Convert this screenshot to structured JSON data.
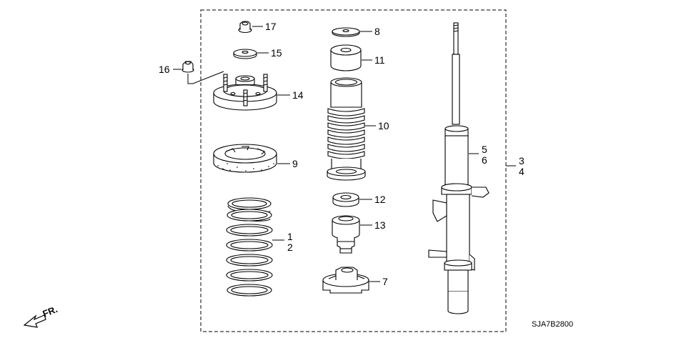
{
  "diagram_code": "SJA7B2800",
  "front_indicator": "FR.",
  "callouts": {
    "c1": "1",
    "c2": "2",
    "c3": "3",
    "c4": "4",
    "c5": "5",
    "c6": "6",
    "c7": "7",
    "c8": "8",
    "c9": "9",
    "c10": "10",
    "c11": "11",
    "c12": "12",
    "c13": "13",
    "c14": "14",
    "c15": "15",
    "c16": "16",
    "c17": "17"
  }
}
